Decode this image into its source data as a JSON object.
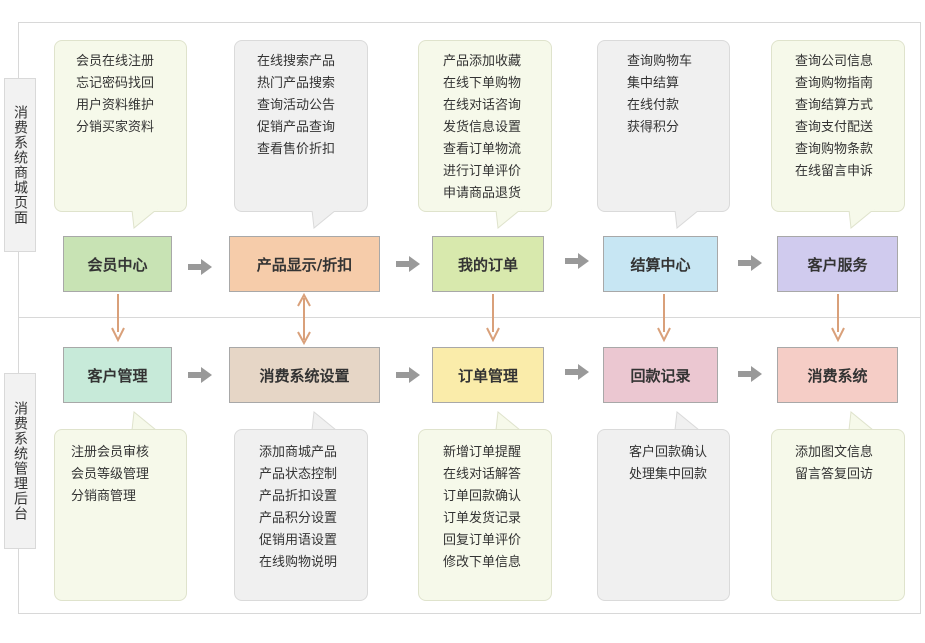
{
  "side_labels": {
    "top": "消费系统商城页面",
    "bottom": "消费系统管理后台"
  },
  "top_nodes": [
    {
      "label": "会员中心",
      "color": "#c8e3b4"
    },
    {
      "label": "产品显示/折扣",
      "color": "#f6ccaa"
    },
    {
      "label": "我的订单",
      "color": "#d8e9ad"
    },
    {
      "label": "结算中心",
      "color": "#c7e6f3"
    },
    {
      "label": "客户服务",
      "color": "#d0cbee"
    }
  ],
  "bottom_nodes": [
    {
      "label": "客户管理",
      "color": "#c7ead9"
    },
    {
      "label": "消费系统设置",
      "color": "#e6d6c6"
    },
    {
      "label": "订单管理",
      "color": "#faecaa"
    },
    {
      "label": "回款记录",
      "color": "#ebc7d1"
    },
    {
      "label": "消费系统",
      "color": "#f5cdc6"
    }
  ],
  "top_bubbles": [
    {
      "items": [
        "会员在线注册",
        "忘记密码找回",
        "用户资料维护",
        "分销买家资料"
      ]
    },
    {
      "items": [
        "在线搜索产品",
        "热门产品搜索",
        "查询活动公告",
        "促销产品查询",
        "查看售价折扣"
      ]
    },
    {
      "items": [
        "产品添加收藏",
        "在线下单购物",
        "在线对话咨询",
        "发货信息设置",
        "查看订单物流",
        "进行订单评价",
        "申请商品退货"
      ]
    },
    {
      "items": [
        "查询购物车",
        "集中结算",
        "在线付款",
        "获得积分"
      ]
    },
    {
      "items": [
        "查询公司信息",
        "查询购物指南",
        "查询结算方式",
        "查询支付配送",
        "查询购物条款",
        "在线留言申诉"
      ]
    }
  ],
  "bottom_bubbles": [
    {
      "items": [
        "注册会员审核",
        "会员等级管理",
        "分销商管理"
      ]
    },
    {
      "items": [
        "添加商城产品",
        "产品状态控制",
        "产品折扣设置",
        "产品积分设置",
        "促销用语设置",
        "在线购物说明"
      ]
    },
    {
      "items": [
        "新增订单提醒",
        "在线对话解答",
        "订单回款确认",
        "订单发货记录",
        "回复订单评价",
        "修改下单信息"
      ]
    },
    {
      "items": [
        "客户回款确认",
        "处理集中回款"
      ]
    },
    {
      "items": [
        "添加图文信息",
        "留言答复回访"
      ]
    }
  ],
  "colors": {
    "arrow_gray": "#999999",
    "arrow_orange": "#d9a07a"
  }
}
